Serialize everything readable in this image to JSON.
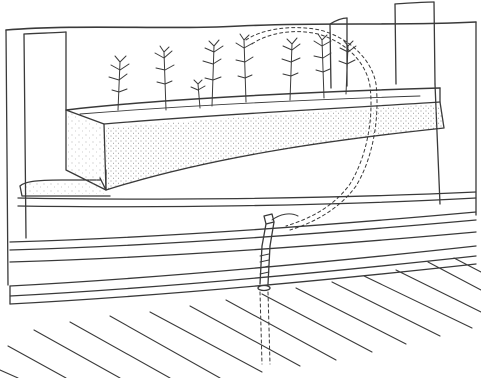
{
  "illustration": {
    "subject": "window-box-with-seedlings-and-hose-watering-system",
    "style": "black-and-white-line-engraving",
    "colors": {
      "ink": "#3a3a3a",
      "paper": "#ffffff",
      "stipple": "#6a6a6a"
    },
    "seedling_count": 8
  }
}
